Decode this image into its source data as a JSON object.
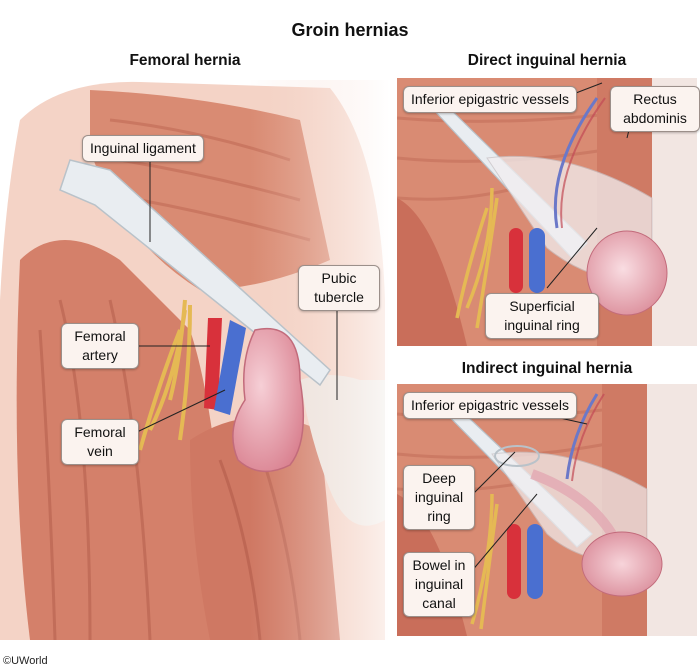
{
  "title": "Groin hernias",
  "panels": {
    "femoral": {
      "title": "Femoral hernia",
      "labels": {
        "inguinal_ligament": "Inguinal ligament",
        "pubic_tubercle": "Pubic tubercle",
        "femoral_artery": "Femoral artery",
        "femoral_vein": "Femoral vein"
      }
    },
    "direct": {
      "title": "Direct inguinal hernia",
      "labels": {
        "inferior_epigastric": "Inferior epigastric vessels",
        "rectus_abdominis": "Rectus abdominis",
        "superficial_ring": "Superficial inguinal ring"
      }
    },
    "indirect": {
      "title": "Indirect inguinal hernia",
      "labels": {
        "inferior_epigastric": "Inferior epigastric vessels",
        "deep_ring": "Deep inguinal ring",
        "bowel_canal": "Bowel in inguinal canal"
      }
    }
  },
  "copyright": "©UWorld",
  "colors": {
    "muscle": "#d9846f",
    "muscle_dark": "#b9604e",
    "skin": "#f3cfc2",
    "artery": "#d8313b",
    "vein": "#4a6fd0",
    "nerve": "#e5b954",
    "hernia": "#eaaab4",
    "ligament": "#e9eef2"
  }
}
